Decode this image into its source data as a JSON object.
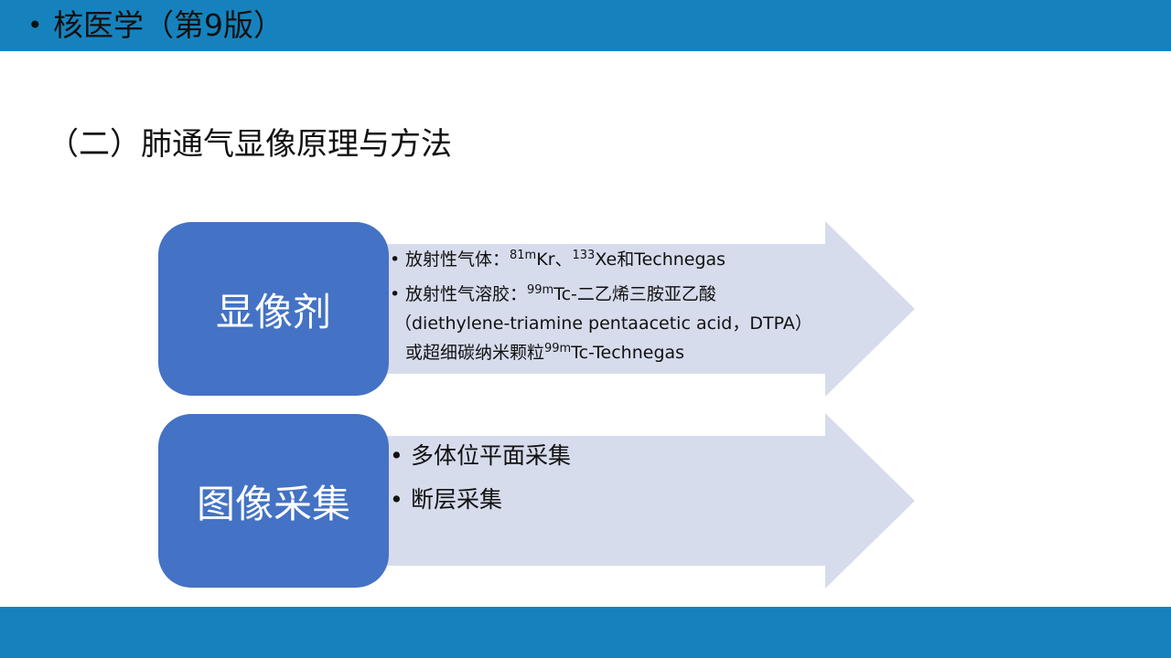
{
  "header": {
    "title": "核医学（第9版）"
  },
  "section": {
    "title": "（二）肺通气显像原理与方法"
  },
  "colors": {
    "bar": "#1682bd",
    "box": "#4472c4",
    "arrow": "#d6dcec"
  },
  "panels": [
    {
      "label": "显像剂",
      "items": [
        {
          "parts": [
            {
              "text": "放射性气体："
            },
            {
              "sup": "81m"
            },
            {
              "text": "Kr、"
            },
            {
              "sup": "133"
            },
            {
              "text": "Xe和Technegas"
            }
          ]
        },
        {
          "parts": [
            {
              "text": "放射性气溶胶："
            },
            {
              "sup": "99m"
            },
            {
              "text": "Tc-二乙烯三胺亚乙酸"
            }
          ],
          "line2": "（diethylene-triamine  pentaacetic acid，DTPA）",
          "line3_parts": [
            {
              "text": "或超细碳纳米颗粒"
            },
            {
              "sup": "99m"
            },
            {
              "text": "Tc-Technegas"
            }
          ]
        }
      ]
    },
    {
      "label": "图像采集",
      "items": [
        {
          "text": "多体位平面采集"
        },
        {
          "text": "断层采集"
        }
      ]
    }
  ]
}
